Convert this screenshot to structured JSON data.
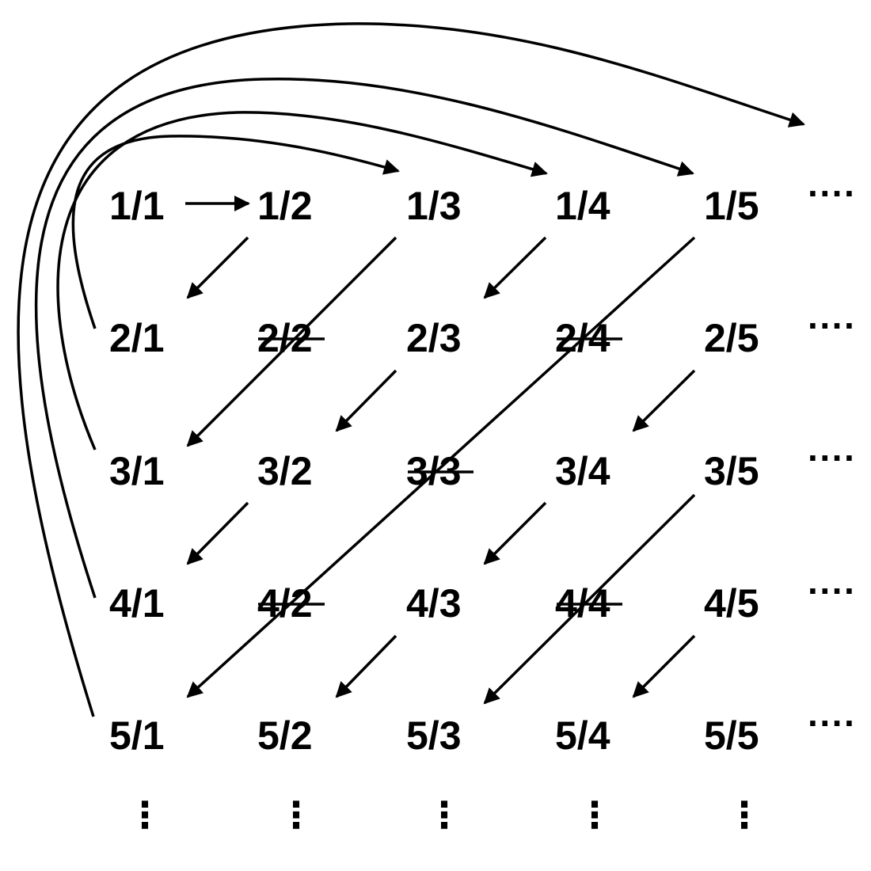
{
  "grid": {
    "rows": [
      [
        "1/1",
        "1/2",
        "1/3",
        "1/4",
        "1/5"
      ],
      [
        "2/1",
        "2/2",
        "2/3",
        "2/4",
        "2/5"
      ],
      [
        "3/1",
        "3/2",
        "3/3",
        "3/4",
        "3/5"
      ],
      [
        "4/1",
        "4/2",
        "4/3",
        "4/4",
        "4/5"
      ],
      [
        "5/1",
        "5/2",
        "5/3",
        "5/4",
        "5/5"
      ]
    ],
    "crossed_out": [
      "2/2",
      "2/4",
      "3/3",
      "4/2",
      "4/4"
    ]
  },
  "continuation": {
    "row_end": "····",
    "column_end": "⋮"
  },
  "colors": {
    "ink": "#000000",
    "background": "#ffffff"
  }
}
